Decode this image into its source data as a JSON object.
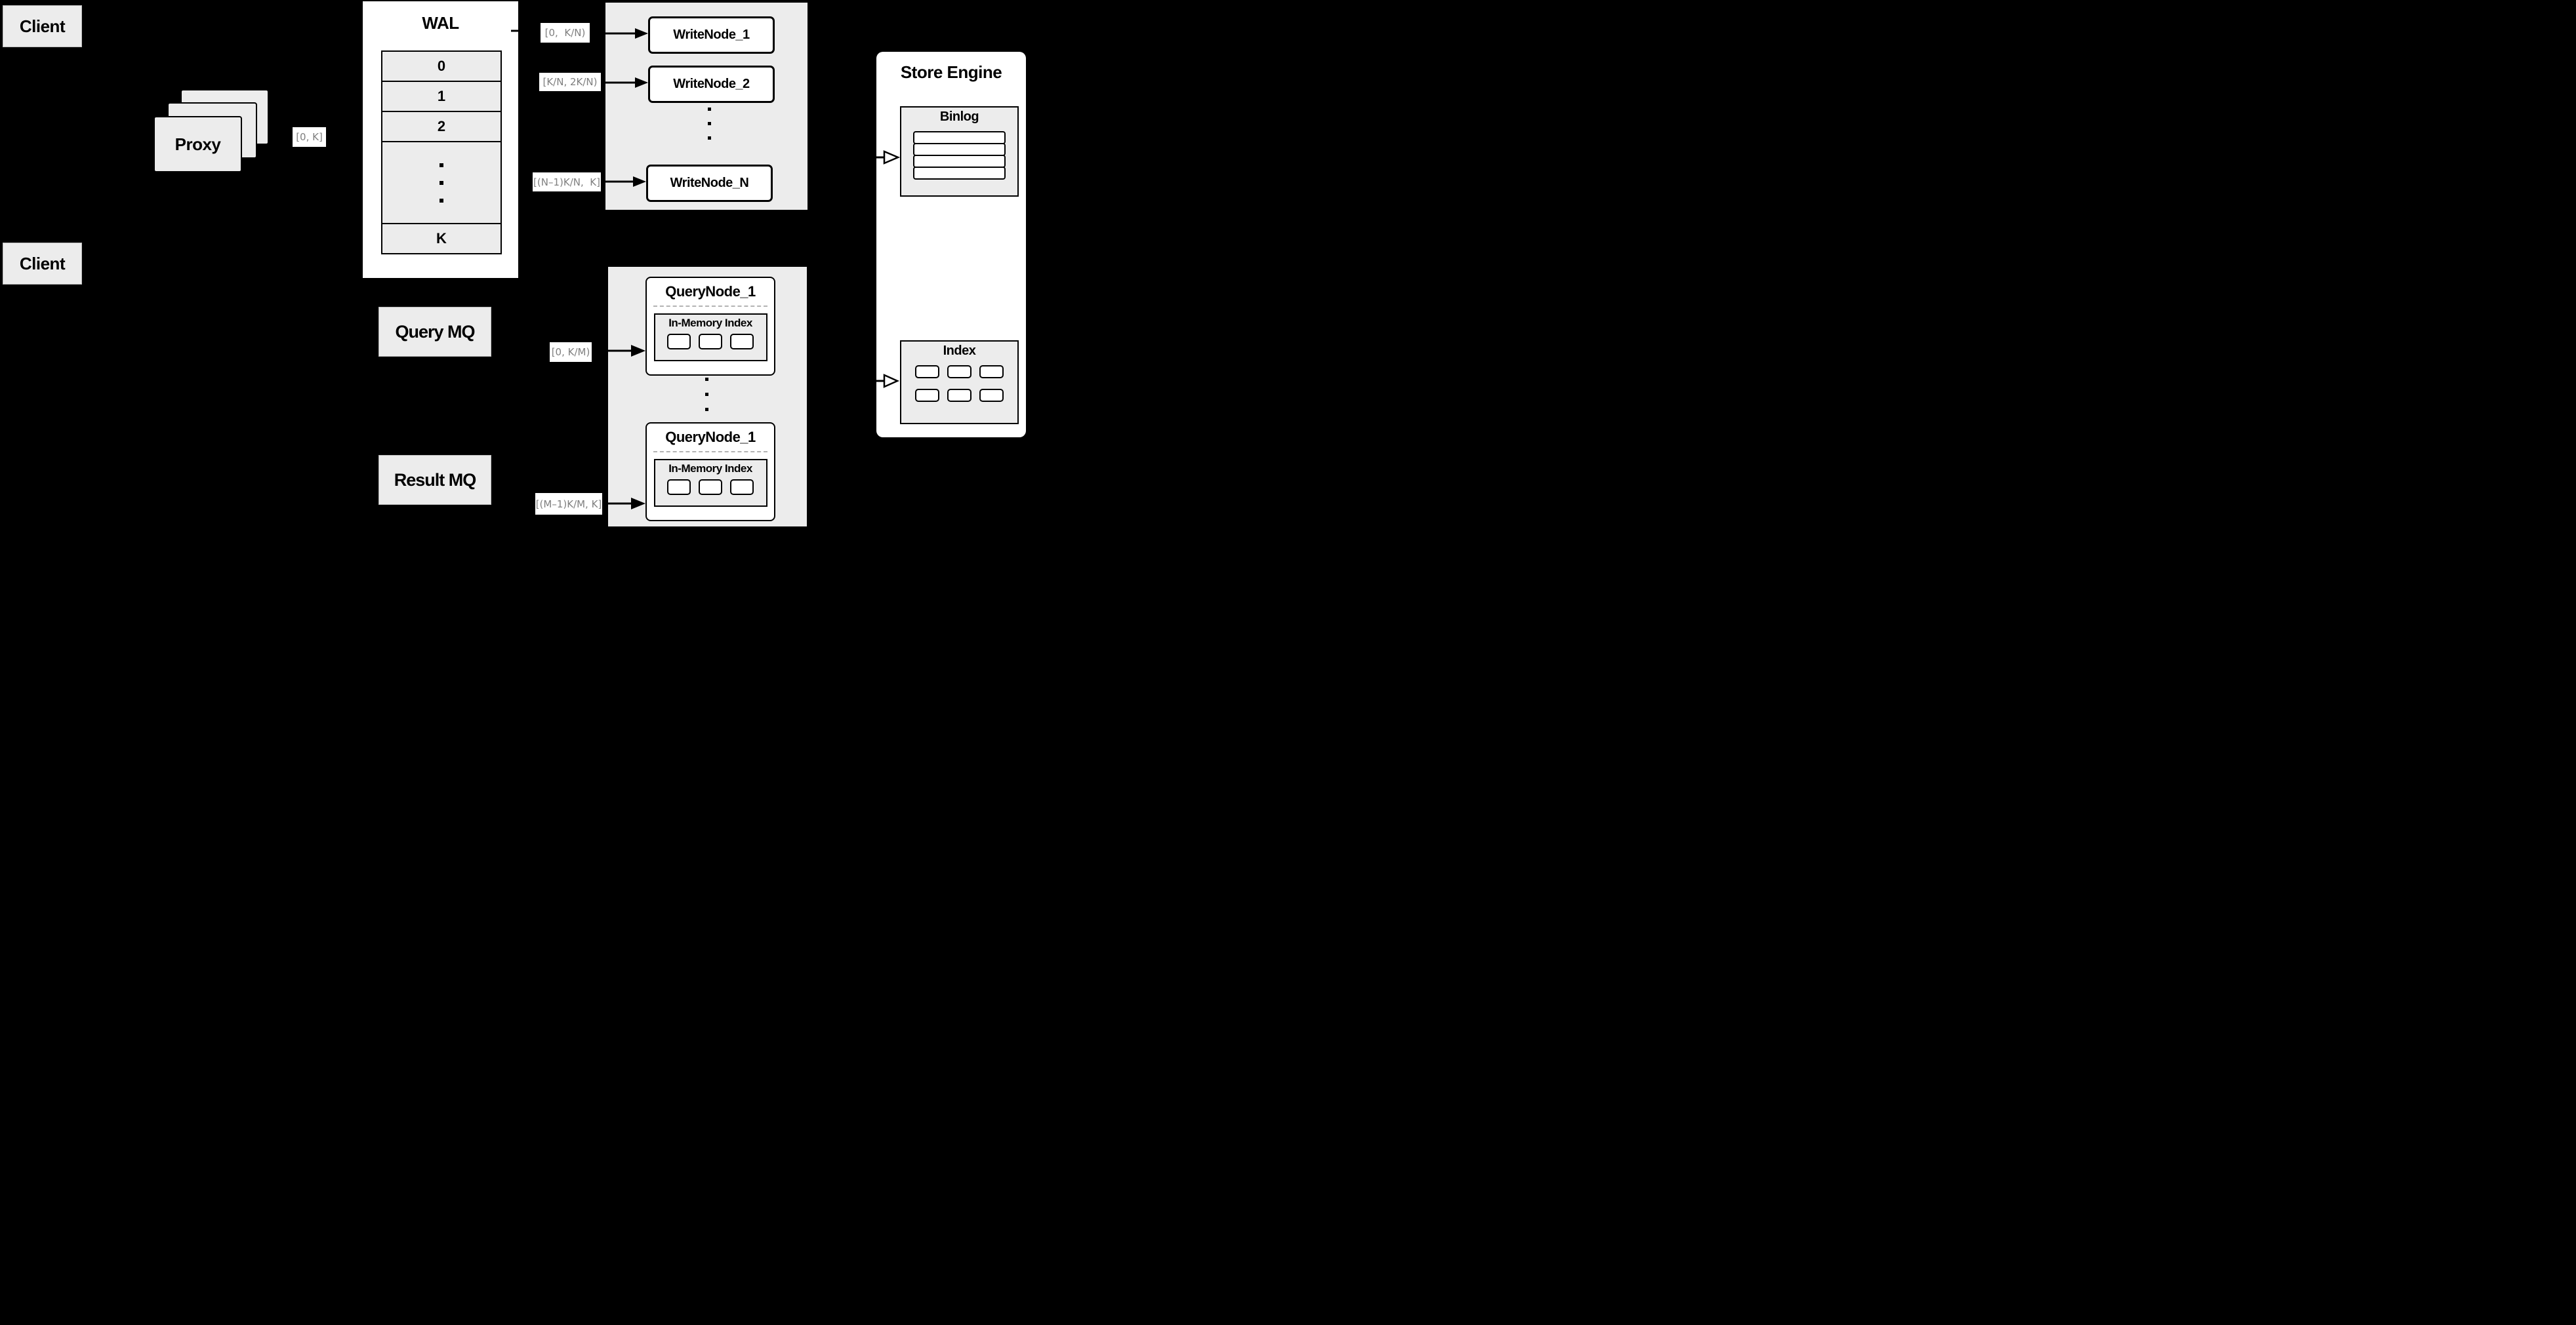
{
  "colors": {
    "background": "#000000",
    "node_gray": "#ececec",
    "node_white": "#ffffff",
    "border_black": "#000000",
    "edge_label_text": "#7f7f7f",
    "dashed_separator": "#b3b3b3"
  },
  "clients": {
    "top": "Client",
    "bottom": "Client"
  },
  "proxy": {
    "label": "Proxy"
  },
  "edge_labels": {
    "proxy_to_wal": "[0, K]",
    "wal_to_writenode1": "[0,  K/N)",
    "wal_to_writenode2": "[K/N, 2K/N)",
    "wal_to_writenodeN": "[(N–1)K/N,  K]",
    "querymq_to_querynode1": "[0, K/M)",
    "querymq_to_querynode2": "[(M–1)K/M, K]"
  },
  "wal": {
    "title": "WAL",
    "rows": {
      "r0": "0",
      "r1": "1",
      "r2": "2",
      "rK": "K"
    },
    "dots_count": 3
  },
  "write_group": {
    "node1": "WriteNode_1",
    "node2": "WriteNode_2",
    "nodeN": "WriteNode_N",
    "dots_count": 3
  },
  "mq": {
    "query": "Query MQ",
    "result": "Result MQ"
  },
  "query_group": {
    "dots_count": 3,
    "node1": {
      "title": "QueryNode_1",
      "index_title": "In-Memory Index",
      "cells": 3
    },
    "node2": {
      "title": "QueryNode_1",
      "index_title": "In-Memory Index",
      "cells": 3
    }
  },
  "store_engine": {
    "title": "Store Engine",
    "binlog": {
      "title": "Binlog",
      "slats": 4
    },
    "index": {
      "title": "Index",
      "cells_row1": 3,
      "cells_row2": 3
    }
  }
}
